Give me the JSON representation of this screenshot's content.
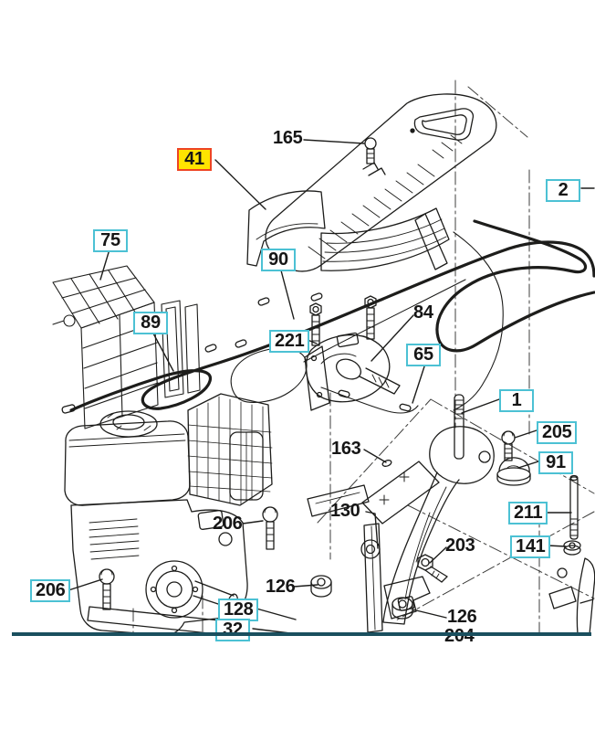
{
  "diagram": {
    "kind": "exploded-parts-diagram",
    "selected_part": "41",
    "colors": {
      "callout_box_border": "#4cc1d4",
      "highlight_background": "#ffe400",
      "highlight_border": "#ee4423",
      "line_art": "#1d1d1b",
      "bottom_rule": "#1a4f5e"
    },
    "callouts": [
      {
        "text": "165",
        "style": "plain"
      },
      {
        "text": "41",
        "style": "highlighted"
      },
      {
        "text": "2",
        "style": "boxed"
      },
      {
        "text": "75",
        "style": "boxed"
      },
      {
        "text": "90",
        "style": "boxed"
      },
      {
        "text": "89",
        "style": "boxed"
      },
      {
        "text": "221",
        "style": "boxed"
      },
      {
        "text": "84",
        "style": "plain"
      },
      {
        "text": "65",
        "style": "boxed"
      },
      {
        "text": "1",
        "style": "boxed"
      },
      {
        "text": "205",
        "style": "boxed"
      },
      {
        "text": "91",
        "style": "boxed"
      },
      {
        "text": "163",
        "style": "plain"
      },
      {
        "text": "130",
        "style": "plain"
      },
      {
        "text": "211",
        "style": "boxed"
      },
      {
        "text": "141",
        "style": "boxed"
      },
      {
        "text": "203",
        "style": "plain"
      },
      {
        "text": "206",
        "style": "plain"
      },
      {
        "text": "126",
        "style": "plain"
      },
      {
        "text": "206",
        "style": "boxed"
      },
      {
        "text": "128",
        "style": "boxed"
      },
      {
        "text": "32",
        "style": "boxed"
      },
      {
        "text": "126",
        "style": "plain"
      },
      {
        "text": "204",
        "style": "plain"
      }
    ]
  }
}
